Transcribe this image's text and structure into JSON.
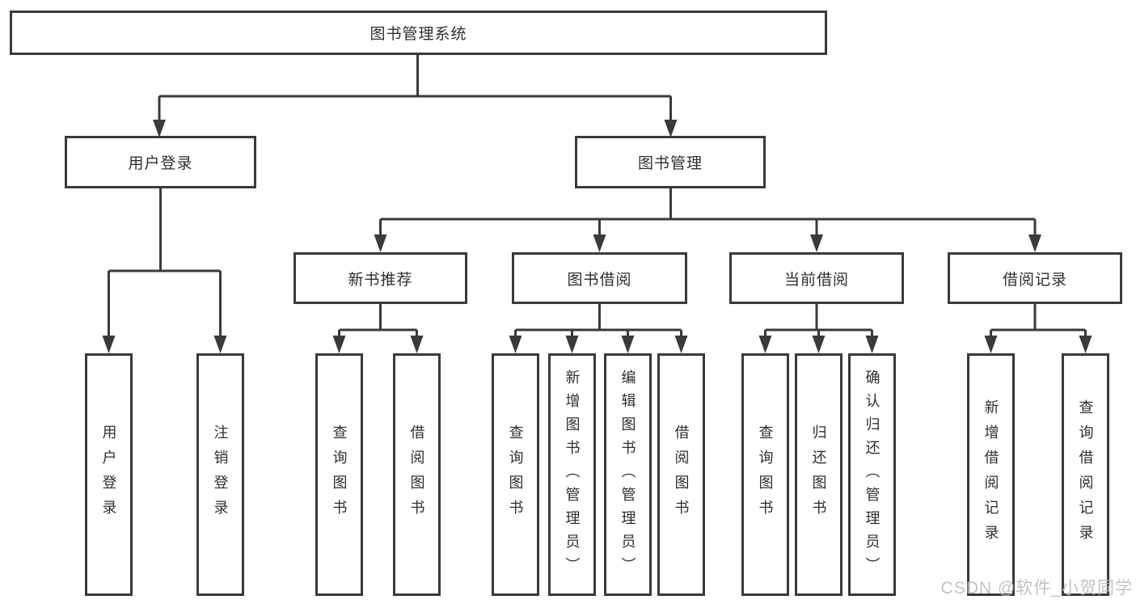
{
  "colors": {
    "background": "#ffffff",
    "line": "#3a3a3a",
    "box_border": "#3a3a3a",
    "text": "#2f2f2f",
    "watermark": "#bdbdbd"
  },
  "watermark": {
    "text": "CSDN @软件_小贺同学"
  },
  "diagram": {
    "type": "tree",
    "root": {
      "label": "图书管理系统",
      "children": [
        {
          "label": "用户登录",
          "children": [
            {
              "label": "用户登录"
            },
            {
              "label": "注销登录"
            }
          ]
        },
        {
          "label": "图书管理",
          "children": [
            {
              "label": "新书推荐",
              "children": [
                {
                  "label": "查询图书"
                },
                {
                  "label": "借阅图书"
                }
              ]
            },
            {
              "label": "图书借阅",
              "children": [
                {
                  "label": "查询图书"
                },
                {
                  "label": "新增图书（管理员）"
                },
                {
                  "label": "编辑图书（管理员）"
                },
                {
                  "label": "借阅图书"
                }
              ]
            },
            {
              "label": "当前借阅",
              "children": [
                {
                  "label": "查询图书"
                },
                {
                  "label": "归还图书"
                },
                {
                  "label": "确认归还（管理员）"
                }
              ]
            },
            {
              "label": "借阅记录",
              "children": [
                {
                  "label": "新增借阅记录"
                },
                {
                  "label": "查询借阅记录"
                }
              ]
            }
          ]
        }
      ]
    }
  }
}
